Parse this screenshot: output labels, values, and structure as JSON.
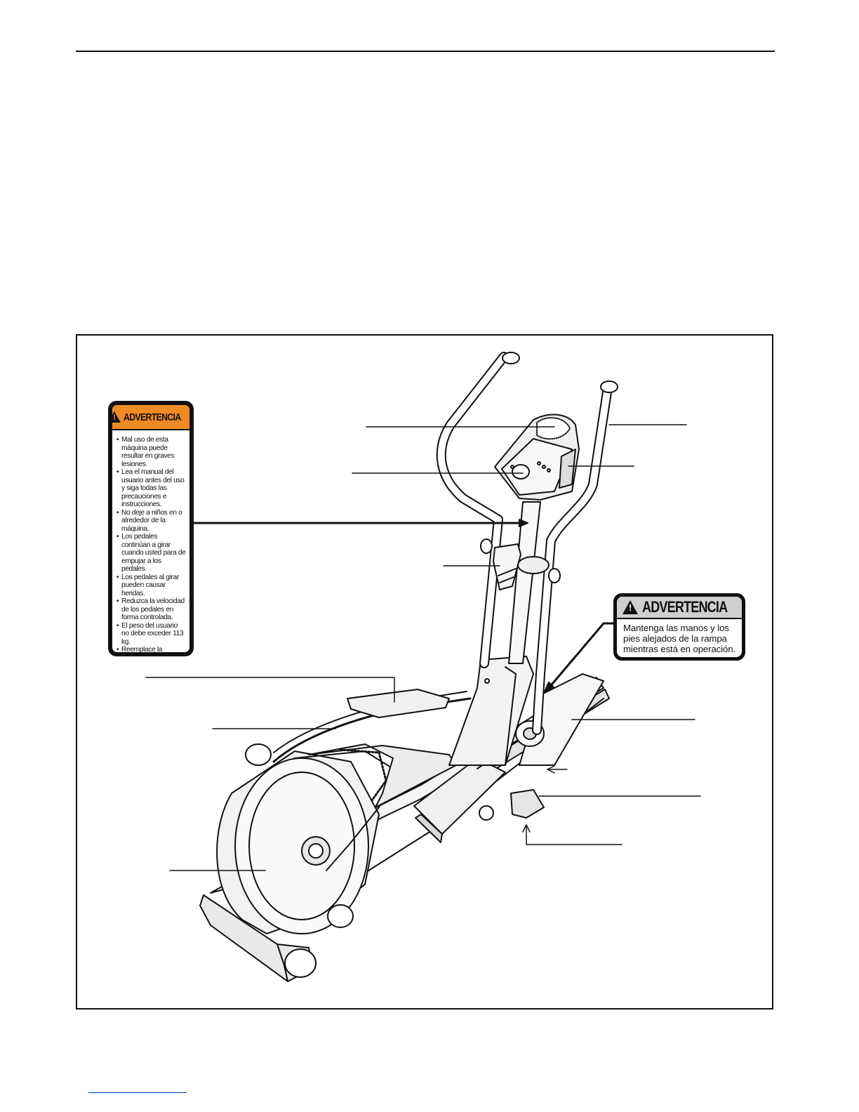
{
  "warning_decal_large": {
    "title": "ADVERTENCIA",
    "items": [
      "Mal uso de esta máquina puede resultar en graves lesiones.",
      "Lea el manual del usuario antes del uso y siga todas las precauciones e instrucciones.",
      "No deje a niños en o alrededor de la máquina.",
      "Los pedales continúan a girar cuando usted para de empujar a los pedales.",
      "Los pedales al girar pueden causar heridas.",
      "Reduzca la velocidad de los pedales en forma controlada.",
      "El peso del usuario no debe exceder 113 kg.",
      "Reemplace la calcomanía si está dañada, ilegible, o faltando."
    ],
    "colors": {
      "header": "#f08a24",
      "border": "#111111"
    },
    "icon": "warning-triangle-icon"
  },
  "warning_decal_small": {
    "title": "ADVERTENCIA",
    "lines": [
      "Mantenga las manos y los",
      "pies alejados de la rampa",
      "mientras está en operación."
    ],
    "colors": {
      "header": "#cfcfcf",
      "border": "#111111"
    },
    "icon": "warning-triangle-icon"
  }
}
